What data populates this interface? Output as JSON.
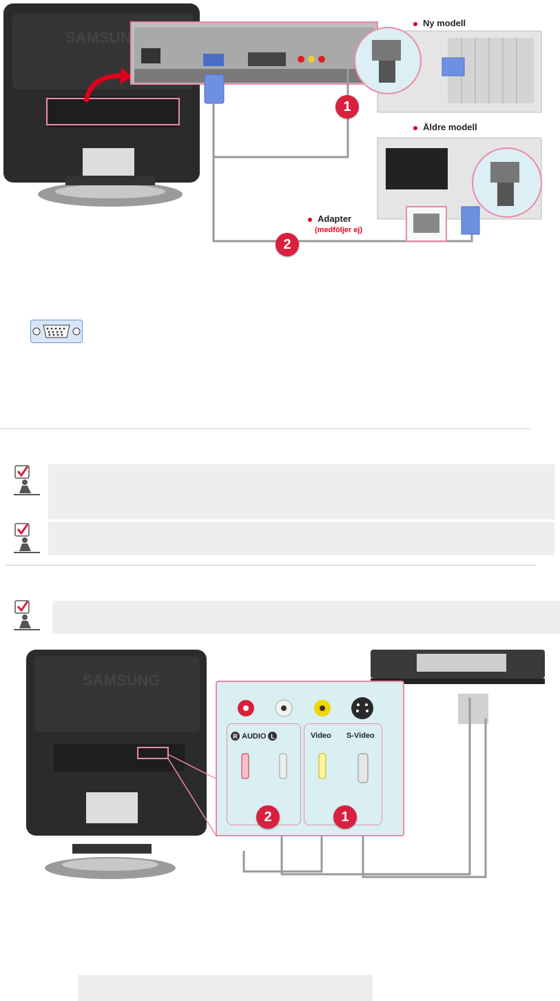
{
  "diagram1": {
    "labels": {
      "new_model": "Ny modell",
      "old_model": "Äldre modell",
      "adapter": "Adapter",
      "adapter_note": "(medföljer ej)"
    },
    "badges": [
      "1",
      "2"
    ]
  },
  "diagram2": {
    "jacks": {
      "audio": "AUDIO",
      "audio_r": "R",
      "audio_l": "L",
      "video": "Video",
      "svideo": "S-Video"
    },
    "badges": [
      "1",
      "2"
    ]
  },
  "notes": [
    {
      "icon": "note-checkmark-icon",
      "text": ""
    },
    {
      "icon": "note-checkmark-icon",
      "text": ""
    },
    {
      "icon": "note-checkmark-icon",
      "text": ""
    }
  ],
  "colors": {
    "accent_pink": "#e98aa8",
    "badge_red": "#d9203f",
    "note_bg": "#eeeeee",
    "panel_cyan": "#d9eff2"
  }
}
